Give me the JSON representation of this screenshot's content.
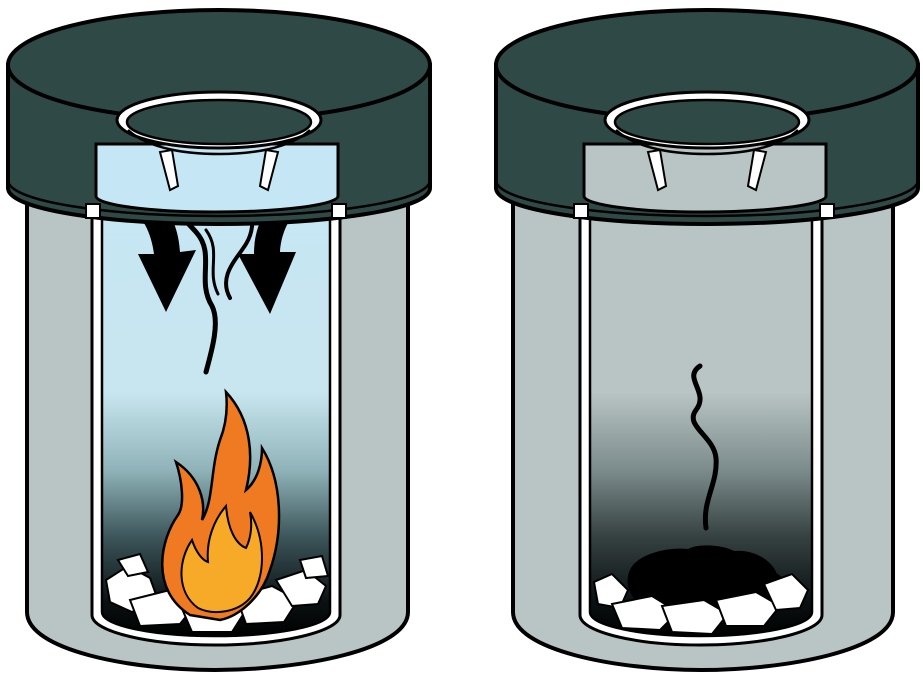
{
  "diagram": {
    "panels": [
      {
        "id": "left",
        "state": "burning",
        "elements": [
          "lid-icon",
          "airflow-arrow-icon",
          "smoke-icon",
          "flame-icon",
          "paper-debris-icon"
        ]
      },
      {
        "id": "right",
        "state": "extinguished",
        "elements": [
          "lid-icon",
          "smoke-icon",
          "ash-icon",
          "paper-debris-icon"
        ]
      }
    ],
    "labels": [],
    "colors": {
      "lid": "#2f4a46",
      "bin_body": "#b9c5c4",
      "outline": "#000000",
      "interior_air": "#c5e7f5",
      "interior_smoke": "#0b1113",
      "interior_grey": "#b9c5c4",
      "flame_outer": "#ef7a22",
      "flame_inner": "#f7a928",
      "paper": "#ffffff"
    }
  }
}
